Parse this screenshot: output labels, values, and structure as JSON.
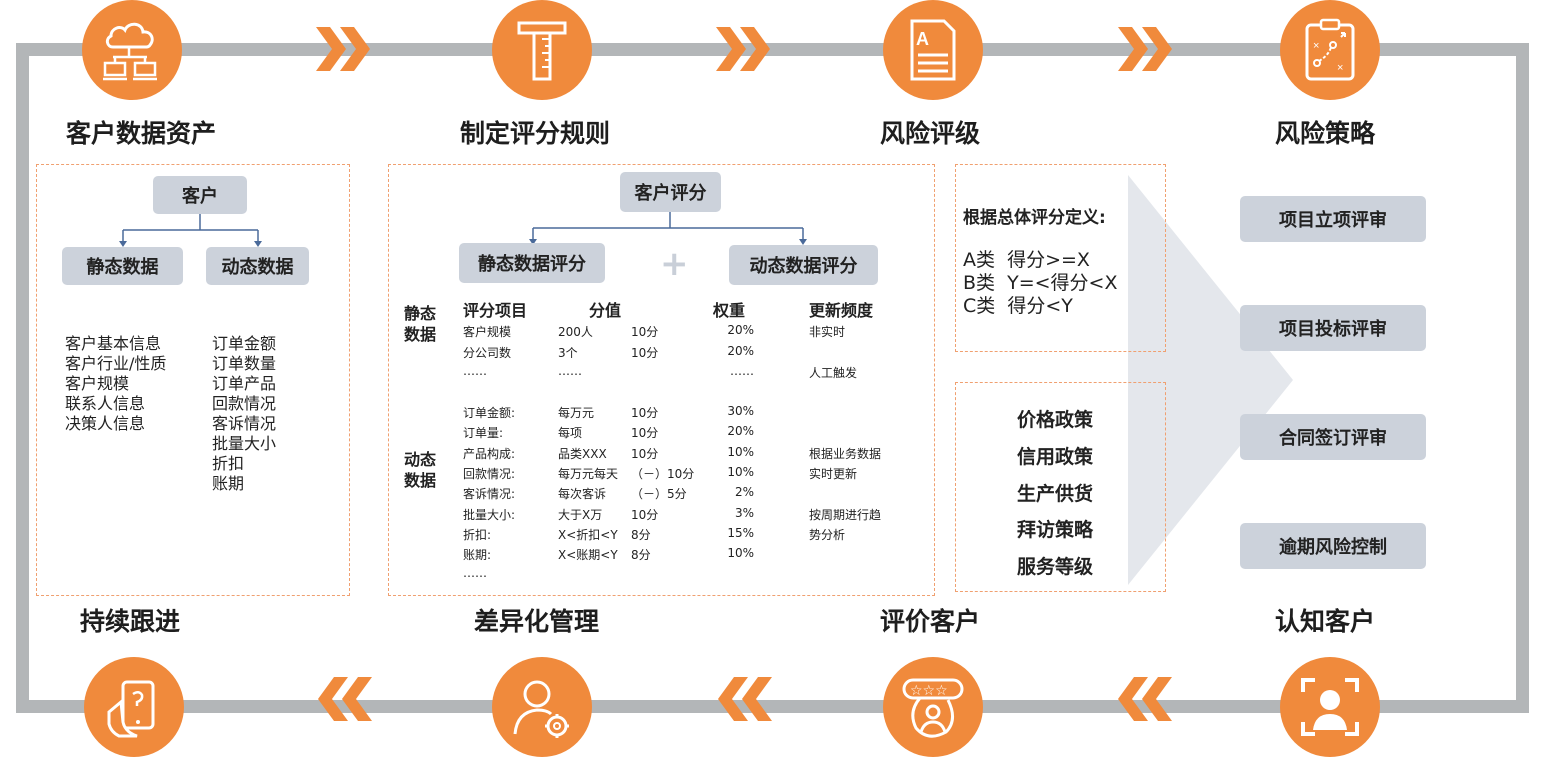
{
  "stages_top": [
    "客户数据资产",
    "制定评分规则",
    "风险评级",
    "风险策略"
  ],
  "stages_bottom": [
    "持续跟进",
    "差异化管理",
    "评价客户",
    "认知客户"
  ],
  "asset": {
    "root": "客户",
    "static_label": "静态数据",
    "dynamic_label": "动态数据",
    "static_items": [
      "客户基本信息",
      "客户行业/性质",
      "客户规模",
      "联系人信息",
      "决策人信息"
    ],
    "dynamic_items": [
      "订单金额",
      "订单数量",
      "订单产品",
      "回款情况",
      "客诉情况",
      "批量大小",
      "折扣",
      "账期"
    ]
  },
  "scoring": {
    "root": "客户评分",
    "static_score": "静态数据评分",
    "dynamic_score": "动态数据评分",
    "plus": "+",
    "headers": [
      "评分项目",
      "分值",
      "权重",
      "更新频度"
    ],
    "static_group": "静态数据",
    "dynamic_group": "动态数据",
    "static_rows": [
      [
        "客户规模",
        "200人",
        "10分",
        "20%",
        "非实时"
      ],
      [
        "分公司数",
        "3个",
        "10分",
        "20%",
        ""
      ],
      [
        "……",
        "……",
        "",
        "……",
        "人工触发"
      ]
    ],
    "dynamic_rows": [
      [
        "订单金额:",
        "每万元",
        "10分",
        "30%",
        ""
      ],
      [
        "订单量:",
        "每项",
        "10分",
        "20%",
        ""
      ],
      [
        "产品构成:",
        "品类XXX",
        "10分",
        "10%",
        "根据业务数据"
      ],
      [
        "回款情况:",
        "每万元每天",
        "（－）10分",
        "10%",
        "实时更新"
      ],
      [
        "客诉情况:",
        "每次客诉",
        "（－）5分",
        "2%",
        ""
      ],
      [
        "批量大小:",
        "大于X万",
        "10分",
        "3%",
        "按周期进行趋"
      ],
      [
        "折扣:",
        "X<折扣<Y",
        "8分",
        "15%",
        "势分析"
      ],
      [
        "账期:",
        "X<账期<Y",
        "8分",
        "10%",
        ""
      ],
      [
        "……",
        "",
        "",
        "",
        ""
      ]
    ]
  },
  "rating": {
    "title": "根据总体评分定义:",
    "grades": [
      "A类  得分>=X",
      "B类  Y=<得分<X",
      "C类  得分<Y"
    ]
  },
  "policies": [
    "价格政策",
    "信用政策",
    "生产供货",
    "拜访策略",
    "服务等级"
  ],
  "reviews": [
    "项目立项评审",
    "项目投标评审",
    "合同签订评审",
    "逾期风险控制"
  ],
  "colors": {
    "accent": "#f08a3c",
    "frame": "#b3b6b8",
    "pill": "#ccd2db"
  }
}
